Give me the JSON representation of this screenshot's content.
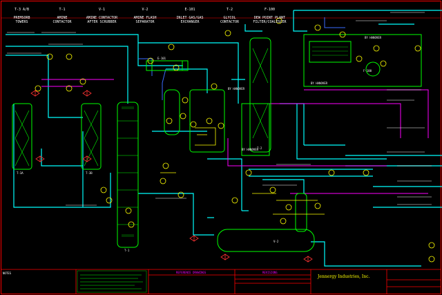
{
  "header": {
    "columns": [
      {
        "tag": "T-3 A/B",
        "name": "PREMSORB\nTOWERS"
      },
      {
        "tag": "T-1",
        "name": "AMINE\nCONTACTOR"
      },
      {
        "tag": "V-1",
        "name": "AMINE CONTACTOR\nAFTER SCRUBBER"
      },
      {
        "tag": "V-2",
        "name": "AMINE FLASH\nSEPARATOR"
      },
      {
        "tag": "E-101",
        "name": "INLET GAS/GAS\nEXCHANGER"
      },
      {
        "tag": "T-2",
        "name": "GLYCOL\nCONTACTOR"
      },
      {
        "tag": "F-100",
        "name": "DEW POINT PLANT\nFILTER/COALESCER"
      }
    ]
  },
  "equipment_labels": {
    "t3a": "T-3A",
    "t3b": "T-3B",
    "t1": "T-1",
    "t2": "T-2",
    "v2": "V-2",
    "e101": "E-101",
    "f100": "F-100",
    "by_hanover_1": "BY HANOVER",
    "by_hanover_2": "BY HANOVER",
    "by_hanover_3": "BY HANOVER",
    "by_hanover_4": "BY HANOVER"
  },
  "title_block": {
    "company": "Jennergy Industries, Inc.",
    "notes_title": "NOTES",
    "references_title": "REFERENCE DRAWINGS",
    "revisions_title": "REVISIONS"
  },
  "colors": {
    "background": "#000000",
    "border": "#ff0000",
    "process_line": "#00ffff",
    "equipment": "#00ff00",
    "instrument": "#ffff00",
    "utility_line": "#ff00ff",
    "text": "#ffffff",
    "blue": "#3a6bff"
  }
}
